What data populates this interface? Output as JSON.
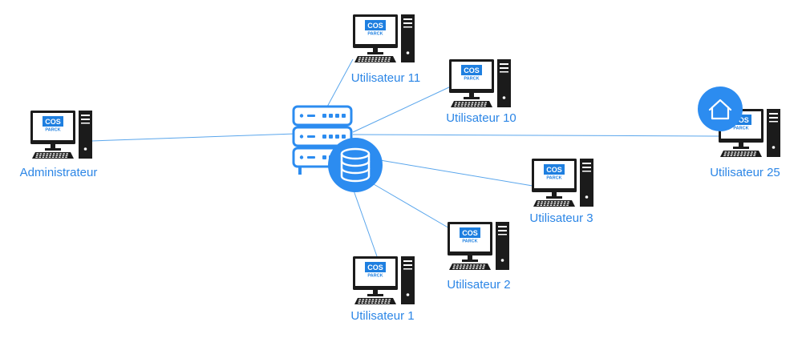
{
  "colors": {
    "accent": "#2c8cf0",
    "line": "#5aa6ec",
    "label": "#2c86e6",
    "computer": "#1b1b1b",
    "logo_blue": "#1e7fe0"
  },
  "logo": {
    "top": "COS",
    "bottom": "PARCK"
  },
  "server": {
    "icon": "server-rack-icon",
    "badge_icon": "database-icon"
  },
  "nodes": [
    {
      "id": "administrateur",
      "label": "Administrateur",
      "icon": "computer-icon"
    },
    {
      "id": "utilisateur-11",
      "label": "Utilisateur 11",
      "icon": "computer-icon"
    },
    {
      "id": "utilisateur-10",
      "label": "Utilisateur 10",
      "icon": "computer-icon"
    },
    {
      "id": "utilisateur-25",
      "label": "Utilisateur 25",
      "icon": "computer-icon",
      "badge_icon": "home-icon"
    },
    {
      "id": "utilisateur-3",
      "label": "Utilisateur 3",
      "icon": "computer-icon"
    },
    {
      "id": "utilisateur-2",
      "label": "Utilisateur 2",
      "icon": "computer-icon"
    },
    {
      "id": "utilisateur-1",
      "label": "Utilisateur 1",
      "icon": "computer-icon"
    }
  ],
  "edges": [
    {
      "from": "server",
      "to": "administrateur"
    },
    {
      "from": "server",
      "to": "utilisateur-11"
    },
    {
      "from": "server",
      "to": "utilisateur-10"
    },
    {
      "from": "server",
      "to": "utilisateur-25"
    },
    {
      "from": "server",
      "to": "utilisateur-3"
    },
    {
      "from": "server",
      "to": "utilisateur-2"
    },
    {
      "from": "server",
      "to": "utilisateur-1"
    }
  ]
}
